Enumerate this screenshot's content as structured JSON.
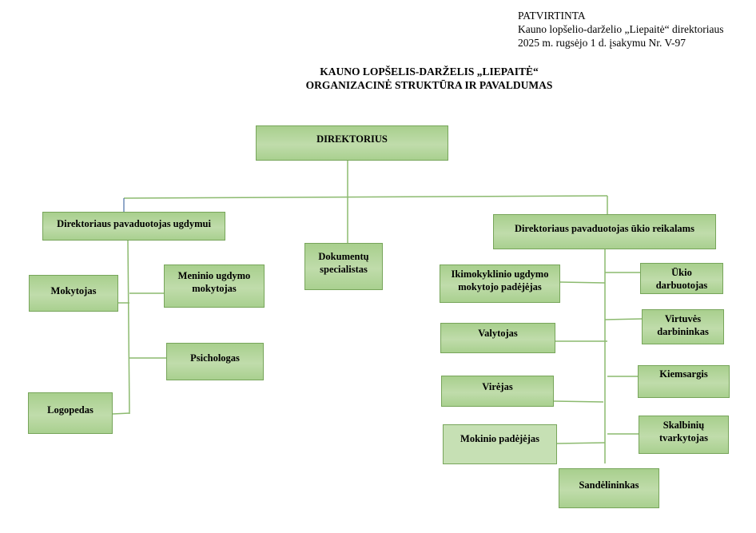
{
  "approval": {
    "line1": "PATVIRTINTA",
    "line2": "Kauno lopšelio-darželio „Liepaitė“ direktoriaus",
    "line3": "2025 m. rugsėjo 1 d. įsakymu Nr. V-97"
  },
  "title": {
    "line1": "KAUNO LOPŠELIS-DARŽELIS „LIEPAITĖ“",
    "line2": "ORGANIZACINĖ STRUKTŪRA IR PAVALDUMAS"
  },
  "org": {
    "director": "DIREKTORIUS",
    "deputy_education": {
      "label": "Direktoriaus pavaduotojas ugdymui",
      "subordinates": [
        "Mokytojas",
        "Meninio ugdymo mokytojas",
        "Psichologas",
        "Logopedas"
      ]
    },
    "documents_specialist": "Dokumentų specialistas",
    "deputy_facilities": {
      "label": "Direktoriaus pavaduotojas ūkio reikalams",
      "subordinates_left": [
        "Ikimokyklinio ugdymo mokytojo padėjėjas",
        "Valytojas",
        "Virėjas",
        "Mokinio padėjėjas"
      ],
      "subordinates_right": [
        "Ūkio darbuotojas",
        "Virtuvės darbininkas",
        "Kiemsargis",
        "Skalbinių tvarkytojas"
      ],
      "subordinate_bottom": "Sandėlininkas"
    }
  },
  "colors": {
    "box_fill": "#a9d08f",
    "box_border": "#77a55a",
    "line": "#8cba6f",
    "blue_connector": "#4a6fa5"
  }
}
